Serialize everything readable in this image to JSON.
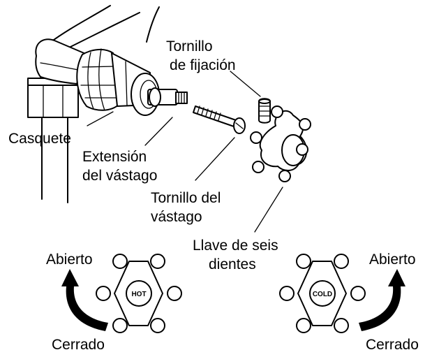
{
  "labels": {
    "set_screw_line1": "Tornillo",
    "set_screw_line2": "de fijación",
    "bonnet": "Casquete",
    "stem_extension_line1": "Extensión",
    "stem_extension_line2": "del vástago",
    "stem_screw_line1": "Tornillo del",
    "stem_screw_line2": "vástago",
    "handle_line1": "Llave de seis",
    "handle_line2": "dientes"
  },
  "hot_handle": {
    "knob_text": "HOT",
    "open_label": "Abierto",
    "closed_label": "Cerrado"
  },
  "cold_handle": {
    "knob_text": "COLD",
    "open_label": "Abierto",
    "closed_label": "Cerrado"
  }
}
